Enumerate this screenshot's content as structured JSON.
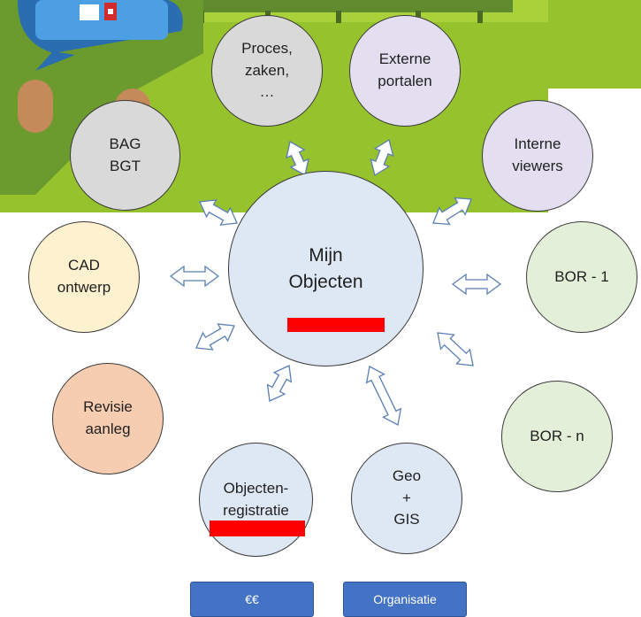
{
  "nodes": {
    "proces": {
      "lines": [
        "Proces,",
        "zaken,",
        "…"
      ],
      "color": "#d9d9d9"
    },
    "externe": {
      "lines": [
        "Externe",
        "portalen"
      ],
      "color": "#e4dff0"
    },
    "bag": {
      "lines": [
        "BAG",
        "BGT"
      ],
      "color": "#d9d9d9"
    },
    "interne": {
      "lines": [
        "Interne",
        "viewers"
      ],
      "color": "#e4dff0"
    },
    "hub": {
      "lines": [
        "Mijn",
        "Objecten"
      ],
      "color": "#dee8f5"
    },
    "cad": {
      "lines": [
        "CAD",
        "ontwerp"
      ],
      "color": "#fdf1cf"
    },
    "bor1": {
      "lines": [
        "BOR - 1"
      ],
      "color": "#e4efd9"
    },
    "revisie": {
      "lines": [
        "Revisie",
        "aanleg"
      ],
      "color": "#f7cdb1"
    },
    "borN": {
      "lines": [
        "BOR - n"
      ],
      "color": "#e4efd9"
    },
    "objectreg": {
      "lines": [
        "Objecten-",
        "registratie"
      ],
      "color": "#dee8f5"
    },
    "geo": {
      "lines": [
        "Geo",
        "+",
        "GIS"
      ],
      "color": "#dee8f5"
    }
  },
  "buttons": {
    "ee": "€€",
    "organisatie": "Organisatie"
  },
  "colors": {
    "highlight": "#ff0000",
    "button": "#4472c4",
    "grass": "#95c22d",
    "arrow_outline": "#5b7eb5"
  }
}
